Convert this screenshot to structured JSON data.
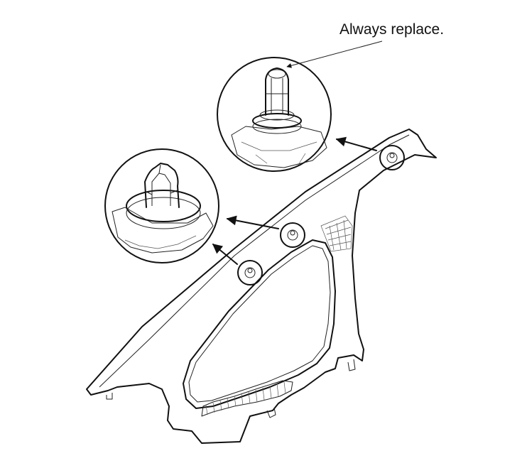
{
  "diagram": {
    "callout_text": "Always replace.",
    "parts": [
      "pillar-trim-panel",
      "clip-detail-upper",
      "clip-detail-lower",
      "clip-location-1",
      "clip-location-2",
      "clip-location-3"
    ],
    "colors": {
      "line": "#111111",
      "background": "#ffffff"
    }
  }
}
